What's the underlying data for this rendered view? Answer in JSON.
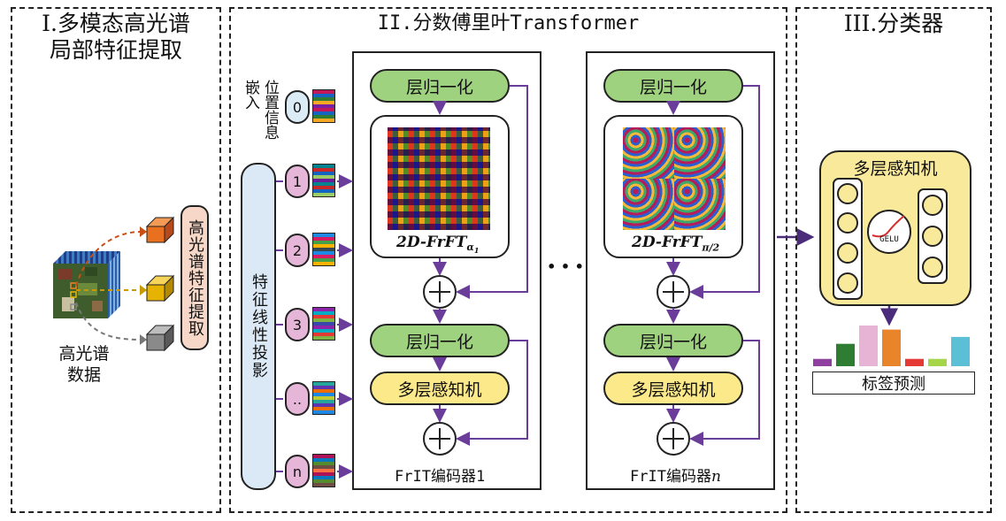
{
  "sections": {
    "feature_extraction": {
      "title_line1": "I.多模态高光谱",
      "title_line2": "局部特征提取",
      "data_label_line1": "高光谱",
      "data_label_line2": "数据",
      "extract_label": "高光谱特征提取"
    },
    "transformer": {
      "title": "II.分数傅里叶Transformer",
      "positional_label_line1": "位置信息",
      "positional_label_line2": "嵌入",
      "projection_label": "特征线性投影",
      "tokens": [
        "0",
        "1",
        "2",
        "3",
        "..",
        "n"
      ],
      "encoders": [
        {
          "norm1": "层归一化",
          "frft_label": "2D-FrFT",
          "frft_sub": "α",
          "frft_subsub": "1",
          "norm2": "层归一化",
          "mlp": "多层感知机",
          "name": "FrIT编码器1"
        },
        {
          "norm1": "层归一化",
          "frft_label": "2D-FrFT",
          "frft_sub": "π/2",
          "norm2": "层归一化",
          "mlp": "多层感知机",
          "name": "FrIT编码器",
          "name_suffix": "n"
        }
      ],
      "ellipsis": "• • •"
    },
    "classifier": {
      "title": "III.分类器",
      "mlp_title": "多层感知机",
      "activation": "GELU",
      "output_label": "标签预测",
      "bar_colors": [
        "#8e3fa0",
        "#2e7d32",
        "#e8b4d6",
        "#e8852a",
        "#e53935",
        "#a5d64a",
        "#5bc0d6"
      ],
      "bar_values": [
        0.18,
        0.55,
        1.0,
        0.9,
        0.18,
        0.18,
        0.72
      ]
    }
  },
  "colors": {
    "arrow": "#6a3d9a",
    "norm_fill": "#9fd27e",
    "mlp_fill": "#fbe98a",
    "token_fill": "#e6b6d8",
    "projection_fill": "#dbe8f5",
    "classifier_fill": "#f9e99a"
  }
}
